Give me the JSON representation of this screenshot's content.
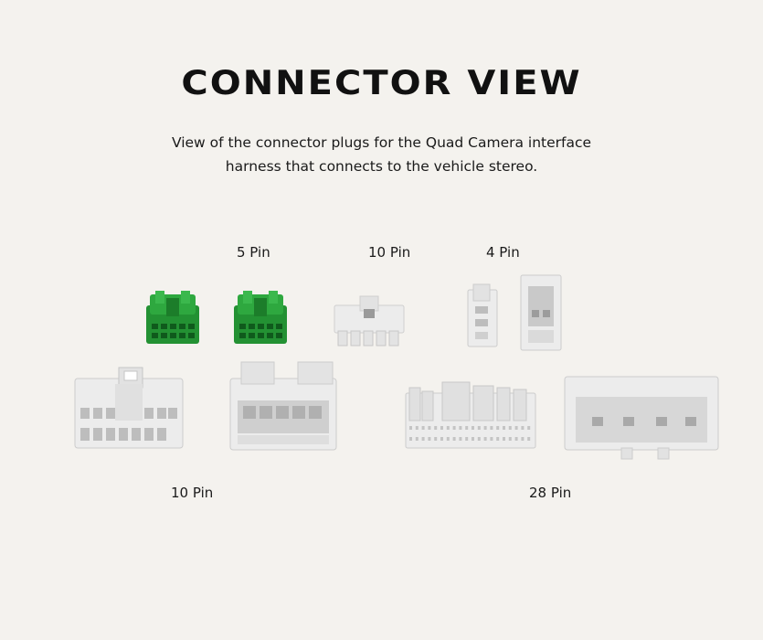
{
  "page": {
    "title": "CONNECTOR VIEW",
    "description": "View of the connector plugs for the Quad Camera interface harness that connects to the vehicle stereo."
  },
  "labels": {
    "five_pin": "5 Pin",
    "ten_pin_top": "10 Pin",
    "four_pin": "4 Pin",
    "ten_pin_bottom": "10 Pin",
    "twenty_eight_pin": "28 Pin"
  },
  "colors": {
    "background": "#f4f2ee",
    "green_plug": "#2a9a3a",
    "white_plug": "#e6e6e6"
  }
}
